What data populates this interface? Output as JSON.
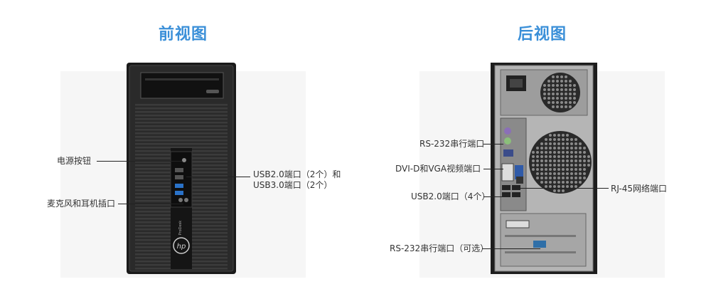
{
  "front_title": "前视图",
  "back_title": "后视图",
  "front_labels": {
    "power": "电源按钮",
    "usb_line1": "USB2.0端口（2个）和",
    "usb_line2": "USB3.0端口（2个）",
    "audio": "麦克风和耳机插口"
  },
  "back_labels": {
    "serial": "RS-232串行端口",
    "video": "DVI-D和VGA视频端口",
    "usb": "USB2.0端口（4个）",
    "serial_optional": "RS-232串行端口（可选）",
    "network": "RJ-45网络端口"
  },
  "case_branding": "ProDesk",
  "accent_color": "#3a8fd8"
}
